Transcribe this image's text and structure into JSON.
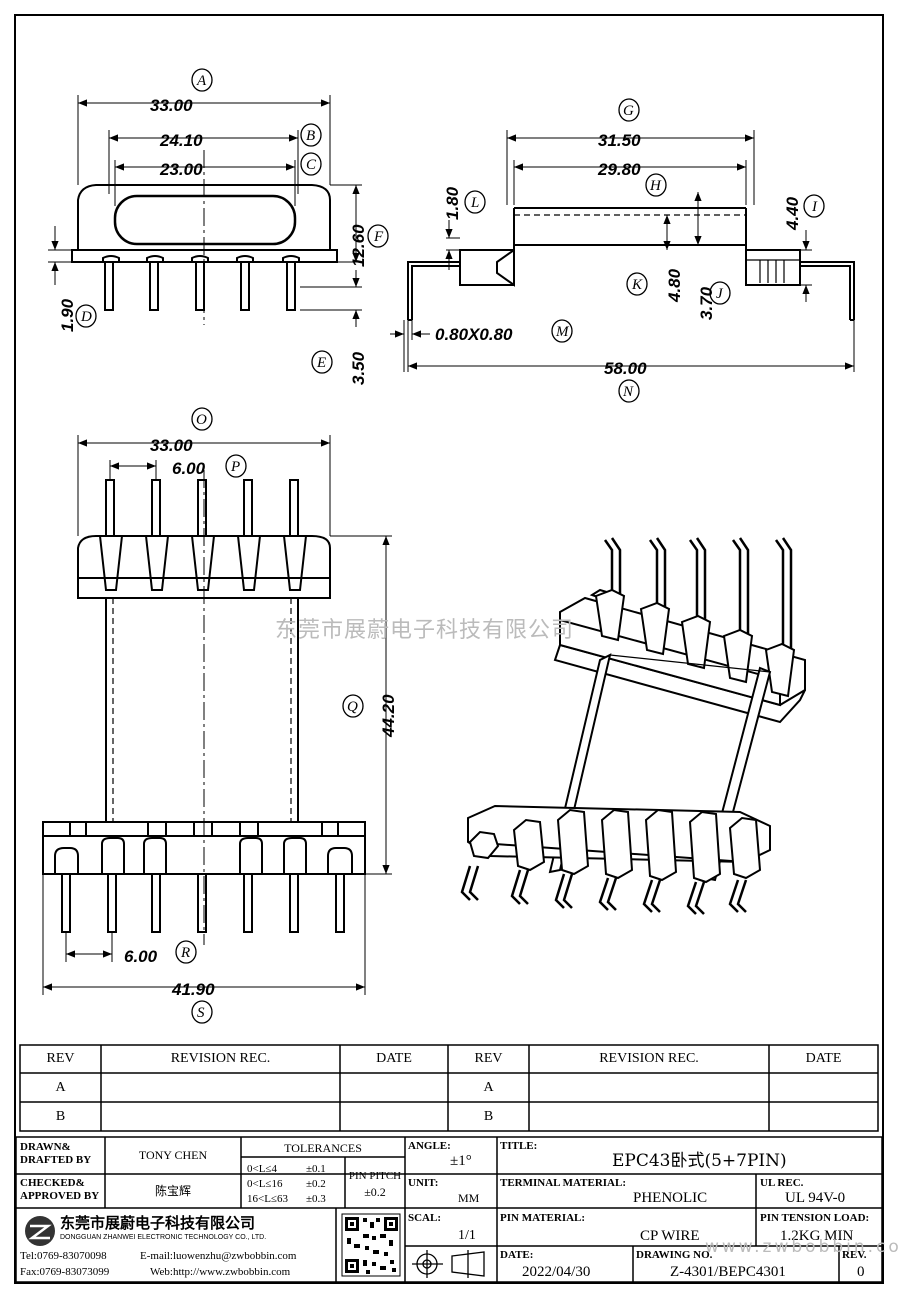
{
  "watermark": "东莞市展蔚电子科技有限公司",
  "watermark_url": "www.zwbobbin.com",
  "dims": {
    "A": {
      "letter": "A",
      "value": "33.00"
    },
    "B": {
      "letter": "B",
      "value": "24.10"
    },
    "C": {
      "letter": "C",
      "value": "23.00"
    },
    "D": {
      "letter": "D",
      "value": "1.90"
    },
    "E": {
      "letter": "E",
      "value": "3.50"
    },
    "F": {
      "letter": "F",
      "value": "12.60"
    },
    "G": {
      "letter": "G",
      "value": "31.50"
    },
    "H": {
      "letter": "H",
      "value": "29.80"
    },
    "I": {
      "letter": "I",
      "value": "4.40"
    },
    "J": {
      "letter": "J",
      "value": "3.70"
    },
    "K": {
      "letter": "K",
      "value": "4.80"
    },
    "L": {
      "letter": "L",
      "value": "1.80"
    },
    "M": {
      "letter": "M",
      "value": "0.80X0.80"
    },
    "N": {
      "letter": "N",
      "value": "58.00"
    },
    "O": {
      "letter": "O",
      "value": "33.00"
    },
    "P": {
      "letter": "P",
      "value": "6.00"
    },
    "Q": {
      "letter": "Q",
      "value": "44.20"
    },
    "R": {
      "letter": "R",
      "value": "6.00"
    },
    "S": {
      "letter": "S",
      "value": "41.90"
    }
  },
  "revision": {
    "headers": [
      "REV",
      "REVISION REC.",
      "DATE",
      "REV",
      "REVISION REC.",
      "DATE"
    ],
    "rows": [
      "A",
      "B"
    ]
  },
  "title_block": {
    "drawn_label": "DRAWN&\nDRAFTED BY",
    "drawn_value": "TONY CHEN",
    "checked_label": "CHECKED&\nAPPROVED BY",
    "checked_value": "陈宝辉",
    "tolerances_label": "TOLERANCES",
    "tol_rows": [
      {
        "range": "0<L≤4",
        "tol": "±0.1"
      },
      {
        "range": "0<L≤16",
        "tol": "±0.2"
      },
      {
        "range": "16<L≤63",
        "tol": "±0.3"
      }
    ],
    "pin_pitch_label": "PIN PITCH",
    "pin_pitch_value": "±0.2",
    "angle_label": "ANGLE:",
    "angle_value": "±1°",
    "unit_label": "UNIT:",
    "unit_value": "MM",
    "scale_label": "SCAL:",
    "scale_value": "1/1",
    "title_label": "TITLE:",
    "title_value": "EPC43卧式(5+7PIN)",
    "terminal_label": "TERMINAL MATERIAL:",
    "terminal_value": "PHENOLIC",
    "ul_label": "UL REC.",
    "ul_value": "UL 94V-0",
    "pin_material_label": "PIN MATERIAL:",
    "pin_material_value": "CP WIRE",
    "tension_label": "PIN TENSION LOAD:",
    "tension_value": "1.2KG MIN",
    "date_label": "DATE:",
    "date_value": "2022/04/30",
    "drawing_label": "DRAWING NO.",
    "drawing_value": "Z-4301/BEPC4301",
    "rev_label": "REV.",
    "rev_value": "0",
    "company_cn": "东莞市展蔚电子科技有限公司",
    "company_en": "DONGGUAN ZHANWEI ELECTRONIC TECHNOLOGY CO., LTD.",
    "tel": "Tel:0769-83070098",
    "email": "E-mail:luowenzhu@zwbobbin.com",
    "fax": "Fax:0769-83073099",
    "web": "Web:http://www.zwbobbin.com"
  }
}
